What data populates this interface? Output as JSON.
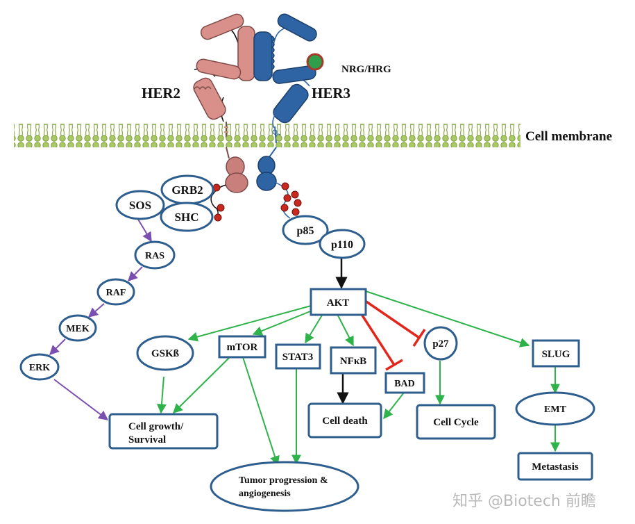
{
  "labels": {
    "her2": "HER2",
    "her3": "HER3",
    "ligand": "NRG/HRG",
    "membrane": "Cell membrane"
  },
  "nodes": {
    "sos": "SOS",
    "grb2": "GRB2",
    "shc": "SHC",
    "ras": "RAS",
    "raf": "RAF",
    "mek": "MEK",
    "erk": "ERK",
    "p85": "p85",
    "p110": "p110",
    "akt": "AKT",
    "gsk": "GSKß",
    "mtor": "mTOR",
    "stat3": "STAT3",
    "nfkb": "NFκB",
    "p27": "p27",
    "bad": "BAD",
    "slug": "SLUG",
    "emt": "EMT",
    "growth_1": "Cell growth/",
    "growth_2": "Survival",
    "death": "Cell death",
    "cycle": "Cell Cycle",
    "tumor_1": "Tumor progression &",
    "tumor_2": "angiogenesis",
    "metastasis": "Metastasis"
  },
  "watermark": "知乎 @Biotech 前瞻",
  "colors": {
    "node_stroke": "#2e5e8e",
    "her2": "#d9908a",
    "her3": "#2e64a4",
    "membrane": "#9bbb59",
    "arrow_purple": "#7b4fb0",
    "arrow_green": "#2eb34a",
    "arrow_black": "#111111",
    "inhibit_red": "#e3261b",
    "phospho": "#c8281e"
  }
}
